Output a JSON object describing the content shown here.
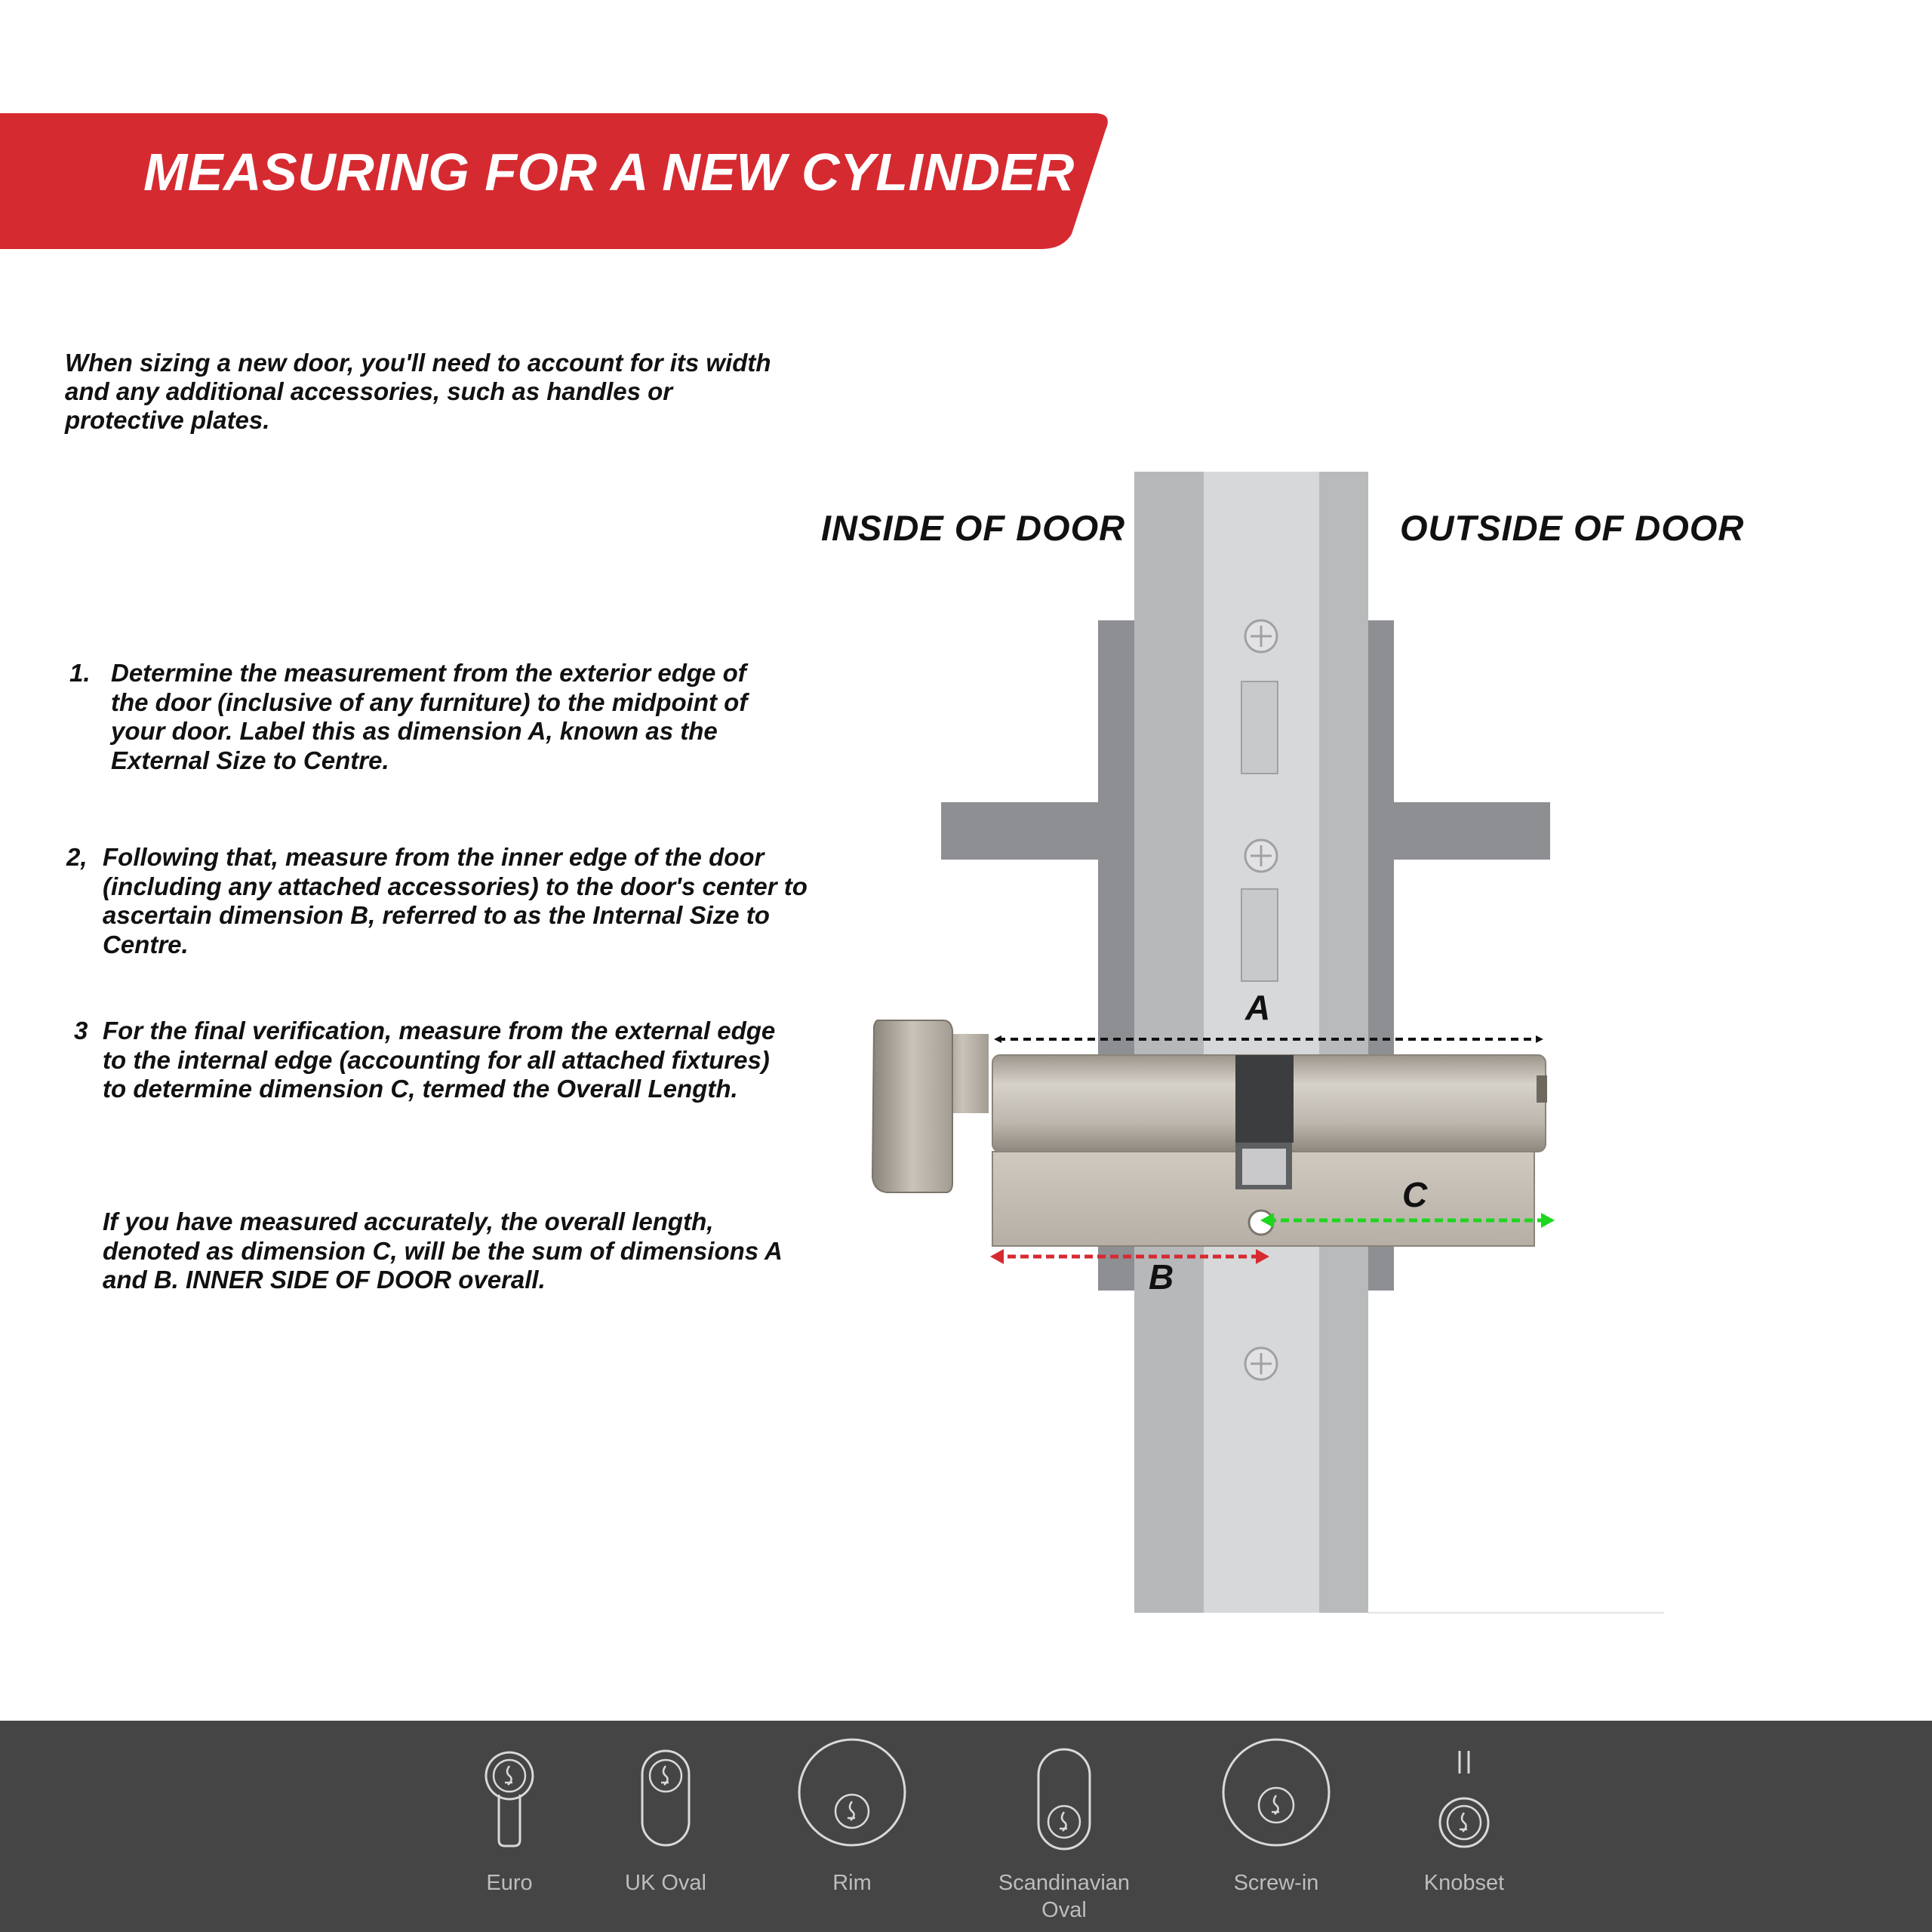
{
  "header": {
    "title": "MEASURING FOR A NEW CYLINDER",
    "banner_color": "#d62a31"
  },
  "intro": "When sizing a new door, you'll need to account for its width and any additional accessories, such as handles or protective plates.",
  "labels": {
    "inside": "INSIDE OF DOOR",
    "outside": "OUTSIDE OF DOOR"
  },
  "steps": [
    {
      "number": "1.",
      "text": "Determine the measurement from the exterior edge of the door (inclusive of any furniture) to the midpoint of your door. Label this as dimension A, known as the External Size to Centre."
    },
    {
      "number": "2,",
      "text": "Following that, measure from the inner edge of the door (including any attached accessories) to the door's center to ascertain dimension B, referred to as the Internal Size to Centre."
    },
    {
      "number": "3",
      "text": "For the final verification, measure from the external edge to the internal edge (accounting for all attached fixtures) to determine dimension C, termed the Overall Length."
    }
  ],
  "note": "If you have measured accurately, the overall length, denoted as dimension C, will be the sum of dimensions A and B. INNER SIDE OF DOOR overall.",
  "dimensions": {
    "a": {
      "label": "A",
      "color": "#111111"
    },
    "b": {
      "label": "B",
      "color": "#d62a31"
    },
    "c": {
      "label": "C",
      "color": "#1ed61e"
    }
  },
  "footer": {
    "background": "#454545",
    "lock_types": [
      {
        "label": "Euro",
        "icon": "euro-lock-icon"
      },
      {
        "label": "UK Oval",
        "icon": "uk-oval-lock-icon"
      },
      {
        "label": "Rim",
        "icon": "rim-lock-icon"
      },
      {
        "label": "Scandinavian Oval",
        "icon": "scandinavian-oval-lock-icon"
      },
      {
        "label": "Screw-in",
        "icon": "screw-in-lock-icon"
      },
      {
        "label": "Knobset",
        "icon": "knobset-lock-icon"
      }
    ]
  }
}
